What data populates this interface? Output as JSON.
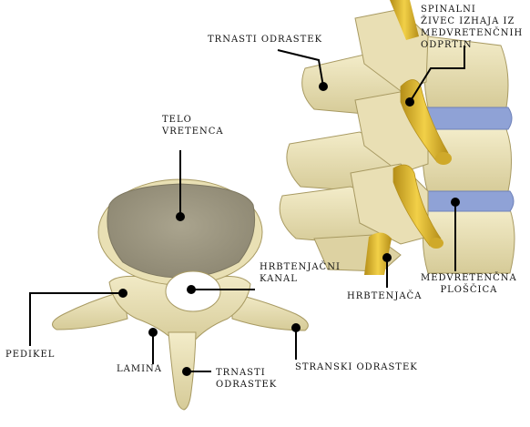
{
  "labels": {
    "trnasti_odrastek_top": "TRNASTI ODRASTEK",
    "spinalni_line1": "SPINALNI",
    "spinalni_line2": "ŽIVEC IZHAJA IZ",
    "spinalni_line3": "MEDVRETENČNIH",
    "spinalni_line4": "ODPRTIN",
    "telo_line1": "TELO",
    "telo_line2": "VRETENCA",
    "hrbtenjacni_line1": "HRBTENJAČNI",
    "hrbtenjacni_line2": "KANAL",
    "hrbtenjaca": "HRBTENJAČA",
    "medvretencna_line1": "MEDVRETENČNA",
    "medvretencna_line2": "PLOŠČICA",
    "pedikel": "PEDIKEL",
    "lamina": "LAMINA",
    "trnasti_bottom_line1": "TRNASTI",
    "trnasti_bottom_line2": "ODRASTEK",
    "stranski_odrastek": "STRANSKI ODRASTEK"
  },
  "colors": {
    "bone": "#efe7c2",
    "bone_shadow": "#c9bd8a",
    "bone_dark": "#a89a62",
    "body_top": "#a09a84",
    "disc": "#8fa2d6",
    "nerve": "#e6c43a",
    "nerve_dark": "#b5901c",
    "pointer": "#000000"
  }
}
